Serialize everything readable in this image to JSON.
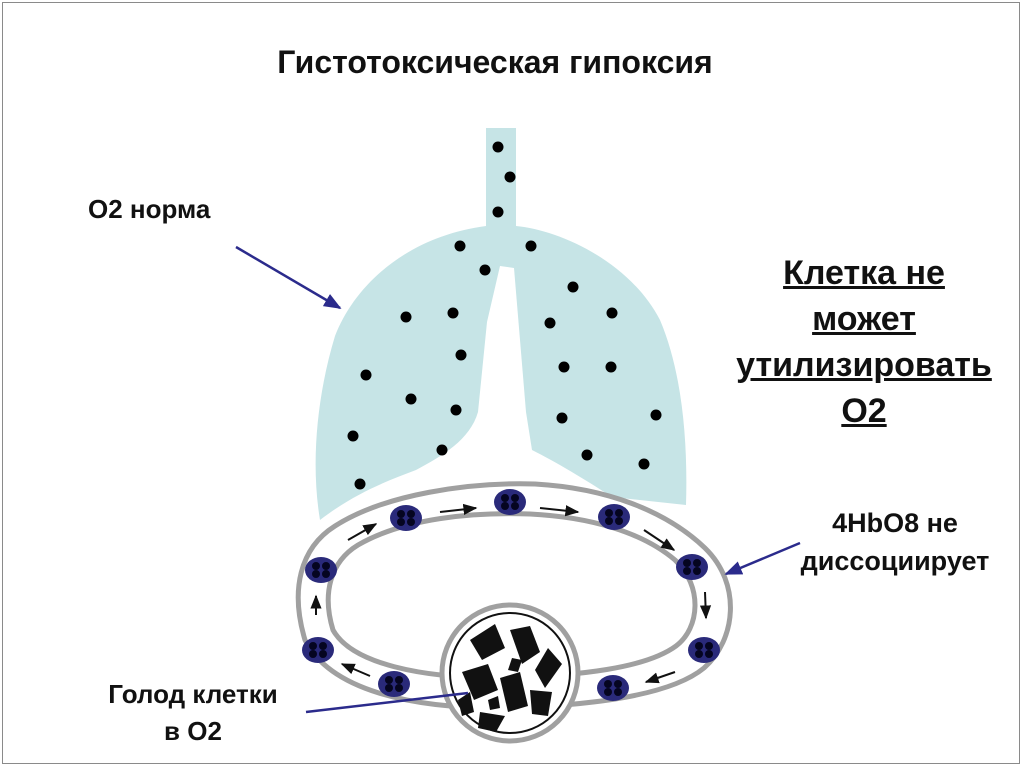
{
  "title": "Гистотоксическая гипоксия",
  "labels": {
    "o2_norm": "О2 норма",
    "callout_lines": [
      "Клетка не",
      "может",
      "утилизировать",
      "О2"
    ],
    "hbo8_lines": [
      "4HbO8 не",
      "диссоциирует"
    ],
    "cell_hunger_lines": [
      "Голод клетки",
      "в О2"
    ]
  },
  "colors": {
    "lung": "#c6e4e6",
    "pointer": "#2b2b8c",
    "rbc": "#2a2a7a",
    "vessel": "#a0a0a0",
    "dot": "#000000"
  }
}
